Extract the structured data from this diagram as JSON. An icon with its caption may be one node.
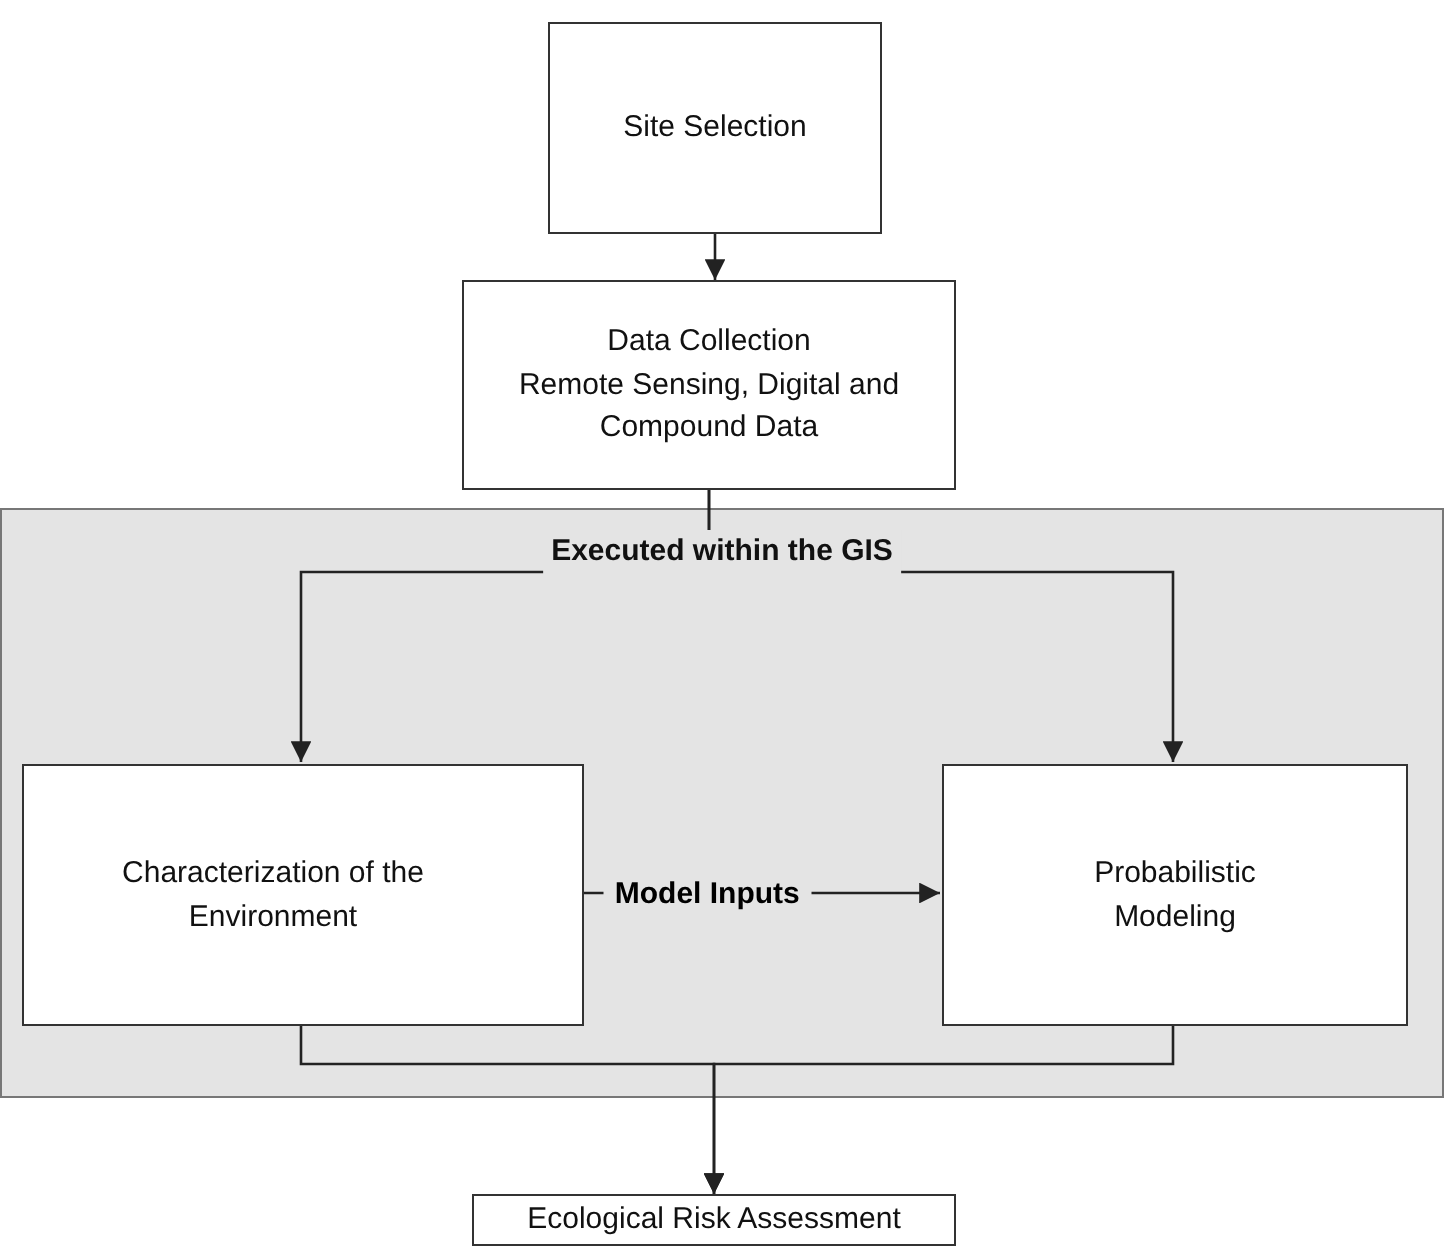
{
  "diagram": {
    "nodes": [
      {
        "text": [
          "Site Selection"
        ]
      },
      {
        "text": [
          "Data Collection",
          "Remote Sensing, Digital and Compound Data"
        ]
      },
      {
        "text": [
          "Executed within the GIS"
        ]
      },
      {
        "text": [
          "Characterization of the Environment"
        ],
        "in": 2
      },
      {
        "text": [
          "Probabilistic Modeling"
        ],
        "in": 2
      },
      {
        "text": [
          "Ecological Risk Assessment"
        ]
      }
    ],
    "edges": [
      {
        "from": 0,
        "to": 1,
        "arrow": "to"
      },
      {
        "from": 1,
        "to": 3,
        "arrow": "to"
      },
      {
        "from": 1,
        "to": 4,
        "arrow": "to"
      },
      {
        "from": 3,
        "to": 4,
        "arrow": "to",
        "label": "Model Inputs"
      },
      {
        "from": 3,
        "to": 5,
        "arrow": "to"
      },
      {
        "from": 4,
        "to": 5,
        "arrow": "to"
      }
    ]
  }
}
